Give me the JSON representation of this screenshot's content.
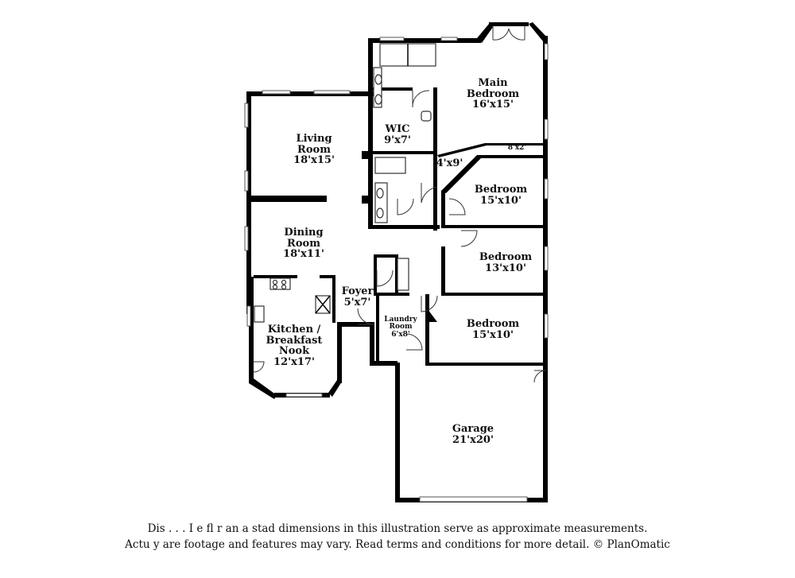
{
  "rooms": {
    "main_bedroom": {
      "name_line1": "Main",
      "name_line2": "Bedroom",
      "size": "16'x15'"
    },
    "wic": {
      "name": "WIC",
      "size": "9'x7'"
    },
    "hall": {
      "size": "4'x9'"
    },
    "closet": {
      "size": "8'x2'"
    },
    "living_room": {
      "name_line1": "Living",
      "name_line2": "Room",
      "size": "18'x15'"
    },
    "bedroom_2": {
      "name": "Bedroom",
      "size": "15'x10'"
    },
    "dining_room": {
      "name_line1": "Dining",
      "name_line2": "Room",
      "size": "18'x11'"
    },
    "bedroom_3": {
      "name": "Bedroom",
      "size": "13'x10'"
    },
    "foyer": {
      "name": "Foyer",
      "size": "5'x7'"
    },
    "laundry": {
      "name_line1": "Laundry",
      "name_line2": "Room",
      "size": "6'x8'"
    },
    "bedroom_4": {
      "name": "Bedroom",
      "size": "15'x10'"
    },
    "kitchen": {
      "name_line1": "Kitchen /",
      "name_line2": "Breakfast",
      "name_line3": "Nook",
      "size": "12'x17'"
    },
    "garage": {
      "name": "Garage",
      "size": "21'x20'"
    }
  },
  "disclaimer": {
    "line1": "Dis . . . I e fl r an a stad dimensions in this illustration serve as approximate measurements.",
    "line2": "Actu y are footage and features may vary. Read terms and conditions for more detail. © PlanOmatic"
  }
}
